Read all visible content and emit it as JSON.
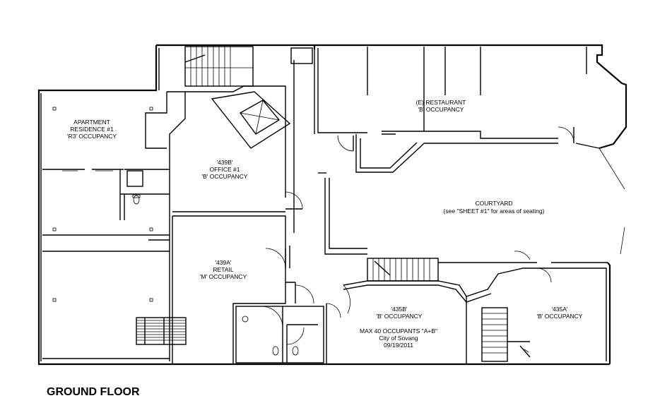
{
  "title": "GROUND FLOOR",
  "rooms": {
    "apartment": [
      "APARTMENT",
      "RESIDENCE #1",
      "'R3' OCCUPANCY"
    ],
    "office": [
      "'439B'",
      "OFFICE  #1",
      "'B' OCCUPANCY"
    ],
    "retail": [
      "'439A'",
      "RETAIL",
      "'M' OCCUPANCY"
    ],
    "restaurant": [
      "(E) RESTAURANT",
      "'B' OCCUPANCY"
    ],
    "courtyard": [
      "COURTYARD",
      "(see  \"SHEET  #1\" for areas of seating)"
    ],
    "unit_435b": [
      "'435B'",
      "'B' OCCUPANCY"
    ],
    "occupants": [
      "MAX 40 OCCUPANTS \"A+B\"",
      "City of Sovang",
      "09/19/2011"
    ],
    "unit_435a": [
      "'435A'",
      "'B' OCCUPANCY"
    ]
  }
}
